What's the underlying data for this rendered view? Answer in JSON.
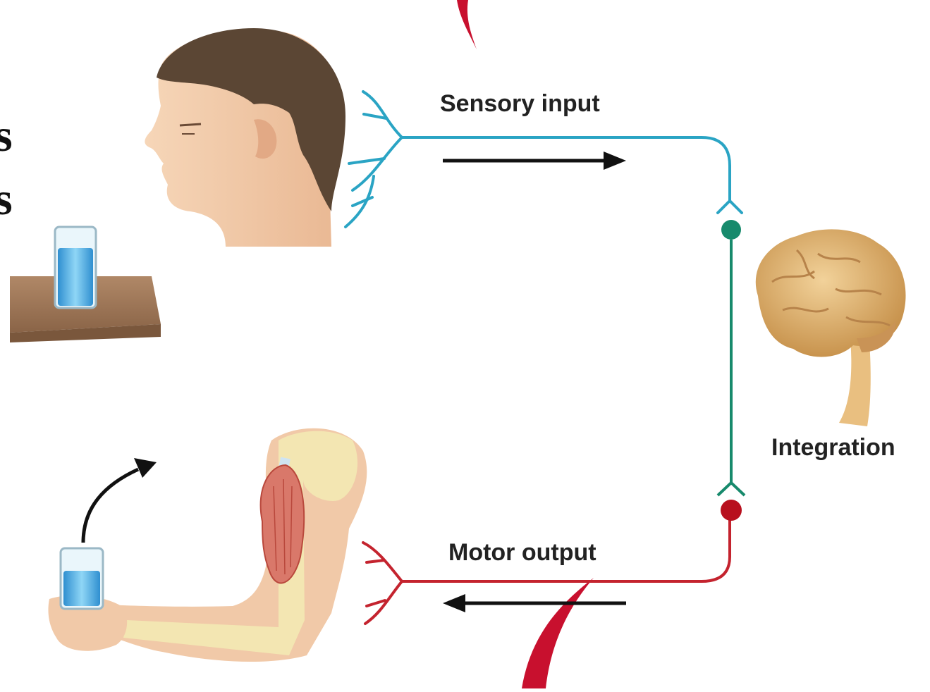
{
  "labels": {
    "sensory": "Sensory input",
    "integration": "Integration",
    "motor": "Motor output"
  },
  "edge_fragments": [
    "s",
    "s"
  ],
  "colors": {
    "sensory_nerve": "#2aa4c4",
    "interneuron": "#178a6c",
    "motor_nerve": "#c4232e",
    "accent_stroke": "#c8102e",
    "arrow": "#111111",
    "brain": "#d9ac66",
    "skin": "#f1c9a8",
    "hair": "#5b4634",
    "bone": "#f3e9b2",
    "muscle": "#d9786a",
    "water": "#4fb4e6"
  }
}
